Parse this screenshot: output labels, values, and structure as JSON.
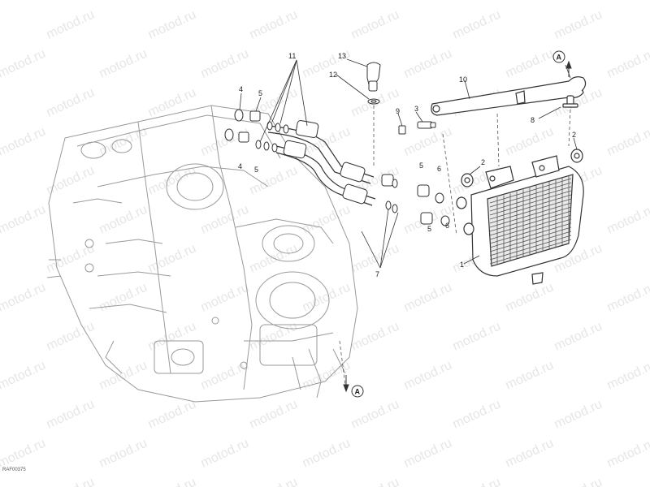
{
  "watermark_text": "motod.ru",
  "reference_code": "RAF00375",
  "callouts": {
    "c1": "1",
    "c2a": "2",
    "c2b": "2",
    "c3": "3",
    "c4a": "4",
    "c4b": "4",
    "c5a": "5",
    "c5b": "5",
    "c5c": "5",
    "c5d": "5",
    "c6a": "6",
    "c6b": "6",
    "c7": "7",
    "c8": "8",
    "c9": "9",
    "c10": "10",
    "c11": "11",
    "c12": "12",
    "c13": "13"
  },
  "section_marker": "A",
  "colors": {
    "line": "#333333",
    "engine_line": "#9a9a9a",
    "watermark": "#e6e6e6"
  }
}
